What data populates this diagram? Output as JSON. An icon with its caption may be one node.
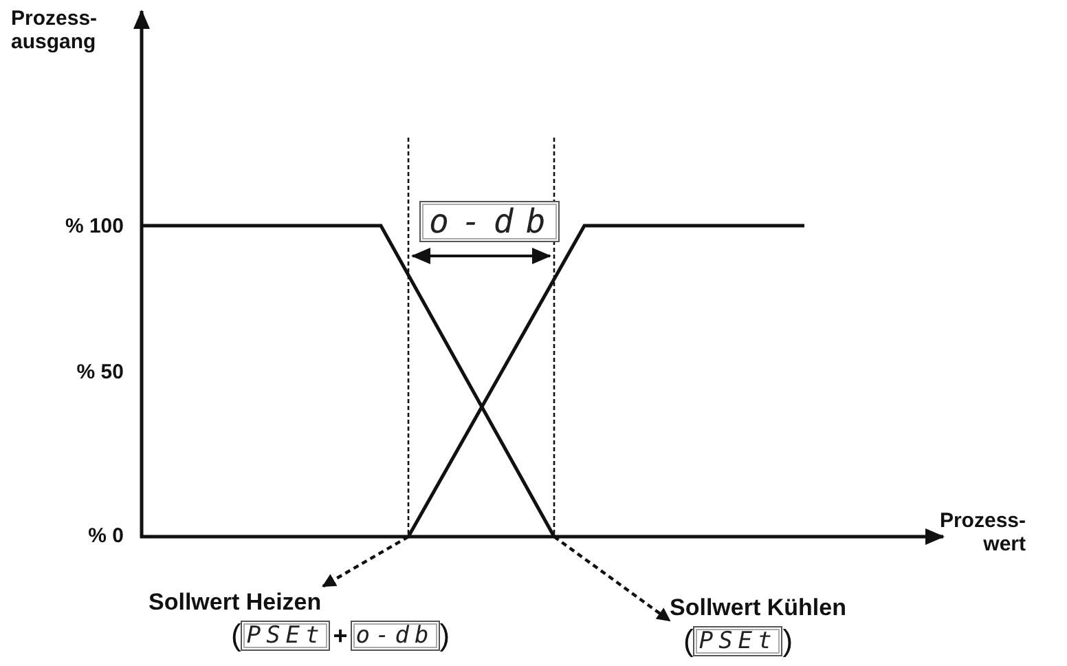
{
  "diagram": {
    "nodes": [
      {
        "text": [
          "Sollwert Heizen"
        ],
        "beside": [
          "(",
          "PSEt",
          "+",
          "o-db",
          ")"
        ]
      },
      {
        "text": [
          "Sollwert Kühlen"
        ],
        "beside": [
          "(",
          "PSEt",
          ")"
        ]
      }
    ],
    "edges": [
      {
        "from": null,
        "to": 0,
        "arrow": "to",
        "style": "dashed"
      },
      {
        "from": null,
        "to": 1,
        "arrow": "to",
        "style": "dashed"
      }
    ],
    "labels": [
      "Prozess- ausgang",
      "% 100",
      "% 50",
      "% 0",
      "o-db",
      "Prozess- wert"
    ]
  }
}
